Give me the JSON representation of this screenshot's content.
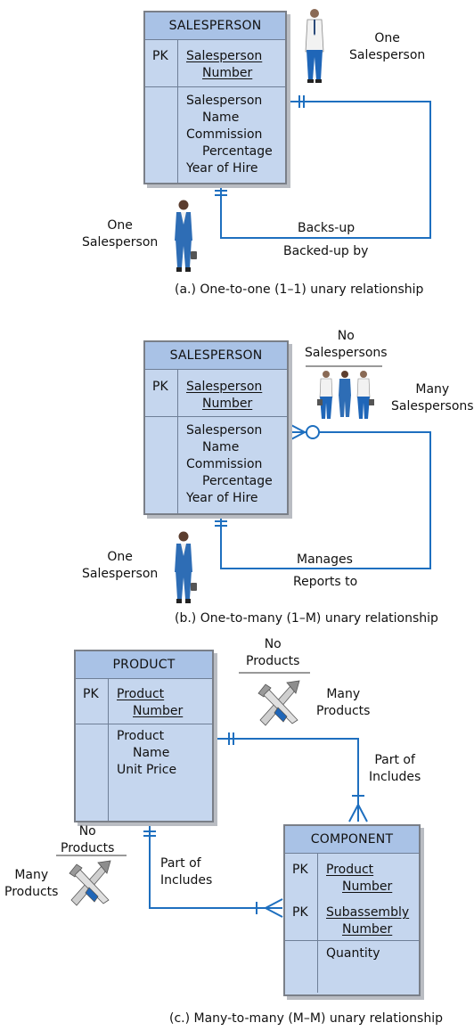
{
  "diagram_a": {
    "entity": {
      "name": "SALESPERSON",
      "pk_marker": "PK",
      "pk_line1": "Salesperson",
      "pk_line2": "Number",
      "attrs": [
        "Salesperson",
        "Name",
        "Commission",
        "Percentage",
        "Year of Hire"
      ]
    },
    "top_label": [
      "One",
      "Salesperson"
    ],
    "left_label": [
      "One",
      "Salesperson"
    ],
    "rel_forward": "Backs-up",
    "rel_reverse": "Backed-up by",
    "caption": "(a.) One-to-one (1–1) unary relationship"
  },
  "diagram_b": {
    "entity": {
      "name": "SALESPERSON",
      "pk_marker": "PK",
      "pk_line1": "Salesperson",
      "pk_line2": "Number",
      "attrs": [
        "Salesperson",
        "Name",
        "Commission",
        "Percentage",
        "Year of Hire"
      ]
    },
    "no_label": [
      "No",
      "Salespersons"
    ],
    "many_label": [
      "Many",
      "Salespersons"
    ],
    "left_label": [
      "One",
      "Salesperson"
    ],
    "rel_forward": "Manages",
    "rel_reverse": "Reports to",
    "caption": "(b.) One-to-many (1–M) unary relationship"
  },
  "diagram_c": {
    "product": {
      "name": "PRODUCT",
      "pk_marker": "PK",
      "pk_line1": "Product",
      "pk_line2": "Number",
      "attrs": [
        "Product",
        "Name",
        "Unit Price"
      ]
    },
    "component": {
      "name": "COMPONENT",
      "pk_marker": "PK",
      "pk1_line1": "Product",
      "pk1_line2": "Number",
      "pk2_line1": "Subassembly",
      "pk2_line2": "Number",
      "attrs": [
        "Quantity"
      ]
    },
    "top_no_label": [
      "No",
      "Products"
    ],
    "top_many_label": [
      "Many",
      "Products"
    ],
    "right_rel": [
      "Part of",
      "Includes"
    ],
    "left_no_label": [
      "No",
      "Products"
    ],
    "left_many_label": [
      "Many",
      "Products"
    ],
    "left_rel": [
      "Part of",
      "Includes"
    ],
    "caption": "(c.) Many-to-many (M–M) unary relationship"
  },
  "colors": {
    "entity_fill": "#c5d6ee",
    "header_fill": "#a9c2e6",
    "line": "#1e6fbf",
    "border": "#7a7f88"
  }
}
